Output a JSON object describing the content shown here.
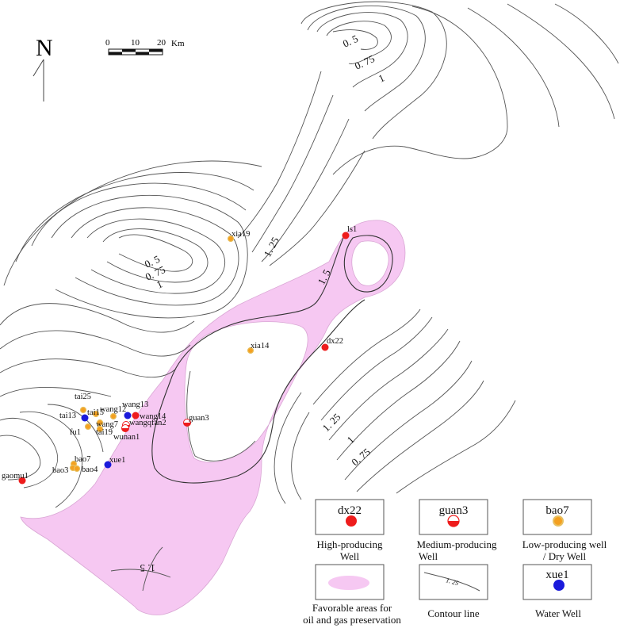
{
  "north_arrow": {
    "letter": "N"
  },
  "scale_bar": {
    "ticks": [
      "0",
      "10",
      "20"
    ],
    "unit": "Km"
  },
  "colors": {
    "favorable": "#f6c8f2",
    "favorable_stroke": "#d9a6d4",
    "high": "#ee1c1c",
    "medium": "#ee1c1c",
    "low": "#f4a020",
    "water": "#1a1adb"
  },
  "contour_labels": [
    {
      "text": "0. 5",
      "id": "ne-0-5"
    },
    {
      "text": "0. 75",
      "id": "ne-0-75"
    },
    {
      "text": "1",
      "id": "ne-1"
    },
    {
      "text": "0. 5",
      "id": "nw-0-5"
    },
    {
      "text": "0. 75",
      "id": "nw-0-75"
    },
    {
      "text": "1",
      "id": "nw-1"
    },
    {
      "text": "1. 25",
      "id": "c-1-25"
    },
    {
      "text": "1. 5",
      "id": "c-1-5"
    },
    {
      "text": "1. 25",
      "id": "se-1-25"
    },
    {
      "text": "1",
      "id": "se-1"
    },
    {
      "text": "0. 75",
      "id": "se-0-75"
    },
    {
      "text": "1. 5",
      "id": "s-1-5"
    }
  ],
  "wells": [
    {
      "name": "ls1",
      "type": "high"
    },
    {
      "name": "dx22",
      "type": "high"
    },
    {
      "name": "xia19",
      "type": "low"
    },
    {
      "name": "xia14",
      "type": "low"
    },
    {
      "name": "guan3",
      "type": "medium"
    },
    {
      "name": "tai25",
      "type": "low"
    },
    {
      "name": "tai13",
      "type": "water"
    },
    {
      "name": "tai15",
      "type": "low"
    },
    {
      "name": "wang12",
      "type": "low"
    },
    {
      "name": "wang13",
      "type": "water"
    },
    {
      "name": "wang14",
      "type": "high"
    },
    {
      "name": "wang7",
      "type": "low"
    },
    {
      "name": "wangqfan2",
      "type": "medium"
    },
    {
      "name": "fu1",
      "type": "low"
    },
    {
      "name": "tai19",
      "type": "low"
    },
    {
      "name": "wunan1",
      "type": "medium"
    },
    {
      "name": "bao7",
      "type": "low"
    },
    {
      "name": "bao3",
      "type": "low"
    },
    {
      "name": "bao4",
      "type": "low"
    },
    {
      "name": "xue1",
      "type": "water"
    },
    {
      "name": "gaomu1",
      "type": "high"
    }
  ],
  "legend": {
    "high": {
      "name": "dx22",
      "caption": [
        "High-producing",
        "Well"
      ]
    },
    "medium": {
      "name": "guan3",
      "caption": [
        "Medium-producing",
        "Well"
      ]
    },
    "low": {
      "name": "bao7",
      "caption": [
        "Low-producing well",
        "/ Dry Well"
      ]
    },
    "favorable": {
      "caption": [
        "Favorable areas for",
        "oil and gas preservation"
      ]
    },
    "contour": {
      "sample": "1. 25",
      "caption": [
        "Contour line"
      ]
    },
    "water": {
      "name": "xue1",
      "caption": [
        "Water Well"
      ]
    }
  }
}
